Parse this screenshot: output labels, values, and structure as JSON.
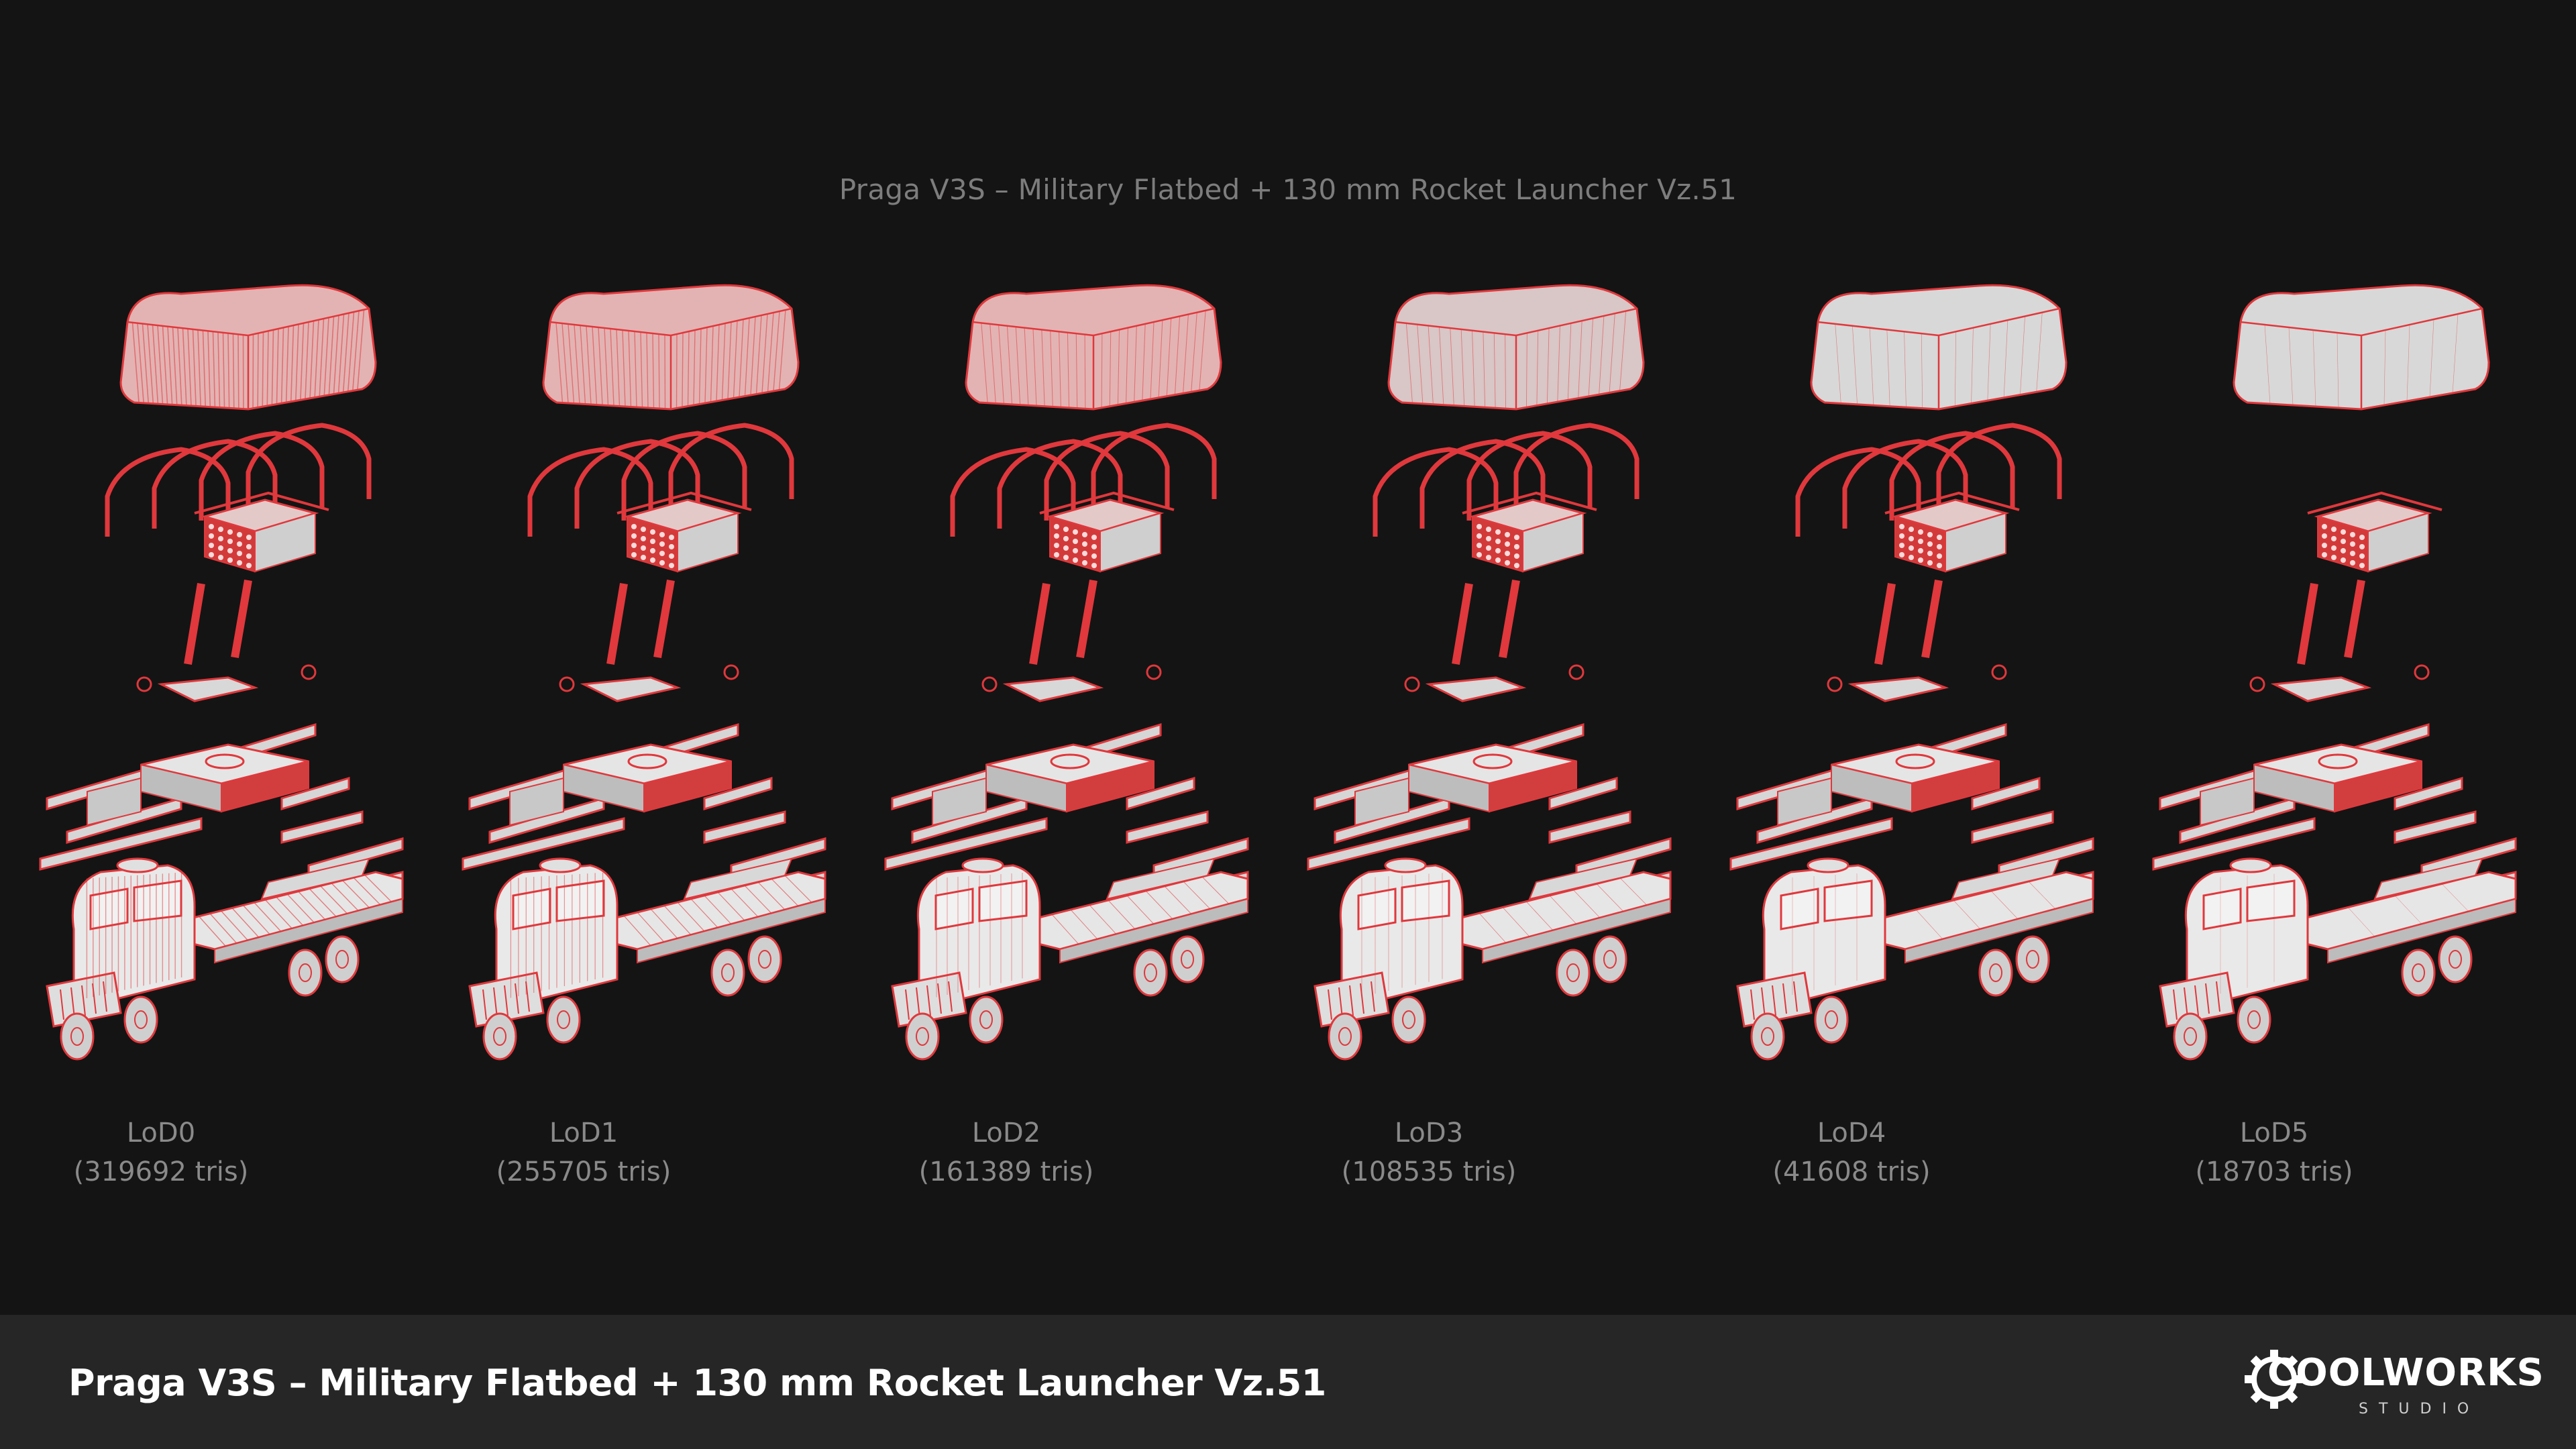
{
  "header": {
    "title": "Praga V3S – Military Flatbed + 130 mm Rocket Launcher Vz.51"
  },
  "footer": {
    "title": "Praga V3S – Military Flatbed + 130 mm Rocket Launcher Vz.51",
    "logo": {
      "name": "COOLWORKS",
      "sub": "STUDIO"
    }
  },
  "lods": [
    {
      "name": "LoD0",
      "tris": "(319692 tris)",
      "wire_density": 1.0
    },
    {
      "name": "LoD1",
      "tris": "(255705 tris)",
      "wire_density": 0.8
    },
    {
      "name": "LoD2",
      "tris": "(161389 tris)",
      "wire_density": 0.5
    },
    {
      "name": "LoD3",
      "tris": "(108535 tris)",
      "wire_density": 0.34
    },
    {
      "name": "LoD4",
      "tris": "(41608 tris)",
      "wire_density": 0.13
    },
    {
      "name": "LoD5",
      "tris": "(18703 tris)",
      "wire_density": 0.06
    }
  ],
  "colors": {
    "background": "#141414",
    "footer_bg": "#262626",
    "wire": "#e0383c",
    "mesh": "#dcdcdc",
    "label": "#8a8a8a"
  }
}
